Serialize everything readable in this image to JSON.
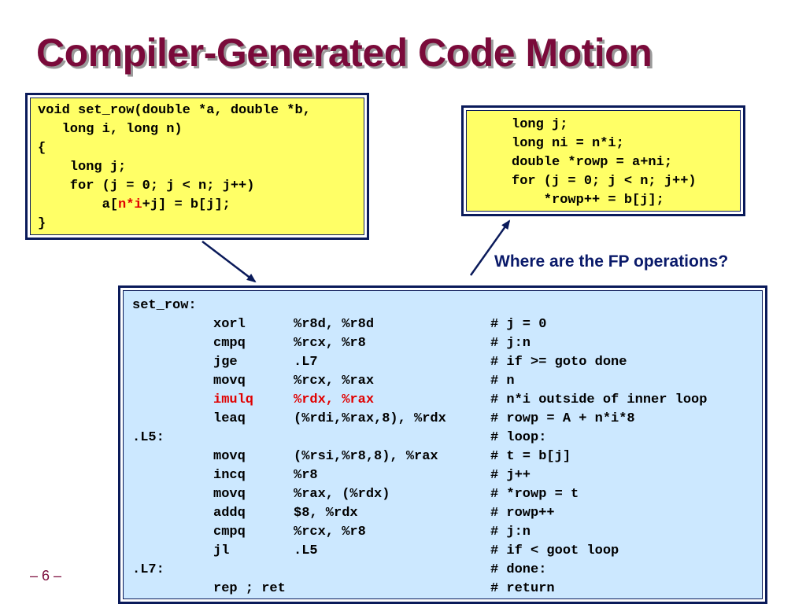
{
  "slide": {
    "title": "Compiler-Generated Code Motion",
    "page_number": "– 6 –",
    "question": "Where are the FP operations?"
  },
  "source_code": {
    "lines": [
      "void set_row(double *a, double *b,",
      "   long i, long n)",
      "{",
      "    long j;",
      "    for (j = 0; j < n; j++)",
      "        a[",
      "n*i",
      "+j] = b[j];",
      "}"
    ]
  },
  "optimized_code": {
    "lines": [
      "long j;",
      "long ni = n*i;",
      "double *rowp = a+ni;",
      "for (j = 0; j < n; j++)",
      "    *rowp++ = b[j];"
    ]
  },
  "assembly": {
    "rows": [
      {
        "label": "set_row:",
        "op": "",
        "args": "",
        "comment": ""
      },
      {
        "label": "",
        "op": "xorl",
        "args": "%r8d, %r8d",
        "comment": "#  j = 0"
      },
      {
        "label": "",
        "op": "cmpq",
        "args": "%rcx, %r8",
        "comment": "#  j:n"
      },
      {
        "label": "",
        "op": "jge",
        "args": ".L7",
        "comment": "#  if >= goto done"
      },
      {
        "label": "",
        "op": "movq",
        "args": "%rcx, %rax",
        "comment": "#  n"
      },
      {
        "label": "",
        "op": "imulq",
        "args": "%rdx, %rax",
        "comment": "#  n*i outside of inner loop"
      },
      {
        "label": "",
        "op": "leaq",
        "args": "(%rdi,%rax,8), %rdx",
        "comment": "#  rowp = A + n*i*8"
      },
      {
        "label": ".L5:",
        "op": "",
        "args": "",
        "comment": "# loop:"
      },
      {
        "label": "",
        "op": "movq",
        "args": "(%rsi,%r8,8), %rax",
        "comment": "#  t = b[j]"
      },
      {
        "label": "",
        "op": "incq",
        "args": "%r8",
        "comment": "#  j++"
      },
      {
        "label": "",
        "op": "movq",
        "args": "%rax, (%rdx)",
        "comment": "#  *rowp = t"
      },
      {
        "label": "",
        "op": "addq",
        "args": "$8, %rdx",
        "comment": "#  rowp++"
      },
      {
        "label": "",
        "op": "cmpq",
        "args": "%rcx, %r8",
        "comment": "#  j:n"
      },
      {
        "label": "",
        "op": "jl",
        "args": ".L5",
        "comment": "#  if < goot loop"
      },
      {
        "label": ".L7:",
        "op": "",
        "args": "",
        "comment": "# done:"
      },
      {
        "label": "",
        "op": "rep ; ret",
        "args": "",
        "comment": "#  return"
      }
    ]
  },
  "colors": {
    "title": "#7a0a3a",
    "highlight": "#e00000",
    "box_border": "#0a1a5a",
    "yellow_fill": "#ffff66",
    "blue_fill": "#cce8ff",
    "question": "#0a1a6a"
  }
}
